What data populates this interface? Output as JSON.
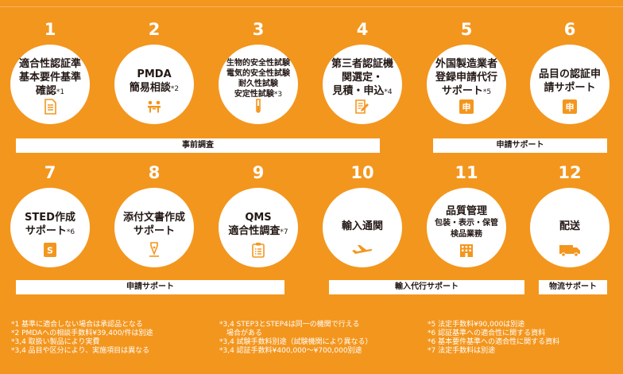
{
  "steps": [
    {
      "num": "1",
      "lines": [
        "適合性認証準",
        "基本要件基準",
        "確認"
      ],
      "suffix": "*1",
      "icon": "document-list-icon"
    },
    {
      "num": "2",
      "lines": [
        "PMDA",
        "簡易相談"
      ],
      "suffix": "*2",
      "icon": "meeting-icon"
    },
    {
      "num": "3",
      "lines": [
        "生物的安全性試験",
        "電気的安全性試験",
        "耐久性試験",
        "安定性試験"
      ],
      "suffix": "*3",
      "icon": "test-tube-icon"
    },
    {
      "num": "4",
      "lines": [
        "第三者認証機",
        "関選定・",
        "見積・申込"
      ],
      "suffix": "*4",
      "icon": "form-pen-icon"
    },
    {
      "num": "5",
      "lines": [
        "外国製造業者",
        "登録申請代行",
        "サポート"
      ],
      "suffix": "*5",
      "icon": "application-stamp-icon",
      "icon_text": "申"
    },
    {
      "num": "6",
      "lines": [
        "品目の認証申",
        "請サポート"
      ],
      "suffix": "",
      "icon": "application-stamp-icon",
      "icon_text": "申"
    },
    {
      "num": "7",
      "lines": [
        "STED作成",
        "サポート"
      ],
      "suffix": "*6",
      "icon": "document-s-icon",
      "icon_text": "S"
    },
    {
      "num": "8",
      "lines": [
        "添付文書作成",
        "サポート"
      ],
      "suffix": "",
      "icon": "fountain-pen-icon"
    },
    {
      "num": "9",
      "lines": [
        "QMS",
        "適合性調査"
      ],
      "suffix": "*7",
      "icon": "clipboard-icon"
    },
    {
      "num": "10",
      "lines": [
        "輸入通関"
      ],
      "suffix": "",
      "icon": "airplane-icon"
    },
    {
      "num": "11",
      "lines": [
        "品質管理",
        "包装・表示・保管",
        "検品業務"
      ],
      "suffix": "",
      "icon": "building-icon"
    },
    {
      "num": "12",
      "lines": [
        "配送"
      ],
      "suffix": "",
      "icon": "delivery-truck-icon"
    }
  ],
  "bars": {
    "pre_survey": "事前調査",
    "application_support_top": "申請サポート",
    "application_support_bottom": "申請サポート",
    "import_agency": "輸入代行サポート",
    "logistics": "物流サポート"
  },
  "notes": {
    "col1": [
      "*1 基準に適合しない場合は承認品となる",
      "*2 PMDAへの相談手数料¥39,400/件は別途",
      "*3,4 取扱い製品により実費",
      "*3,4 品目や区分により、実施項目は異なる"
    ],
    "col2": [
      "*3,4 STEP3とSTEP4は同一の機関で行える",
      "　場合がある",
      "*3,4 試験手数料別途（試験機関により異なる）",
      "*3,4 認証手数料¥400,000〜¥700,000別途"
    ],
    "col3": [
      "*5 法定手数料¥90,000は別途",
      "*6 認証基準への適合性に関する資料",
      "*6 基本要件基準への適合性に関する資料",
      "*7 法定手数料は別途"
    ]
  },
  "colors": {
    "background": "#F3961E",
    "icon": "#F3961E",
    "card": "#FFFFFF",
    "text": "#231815"
  }
}
